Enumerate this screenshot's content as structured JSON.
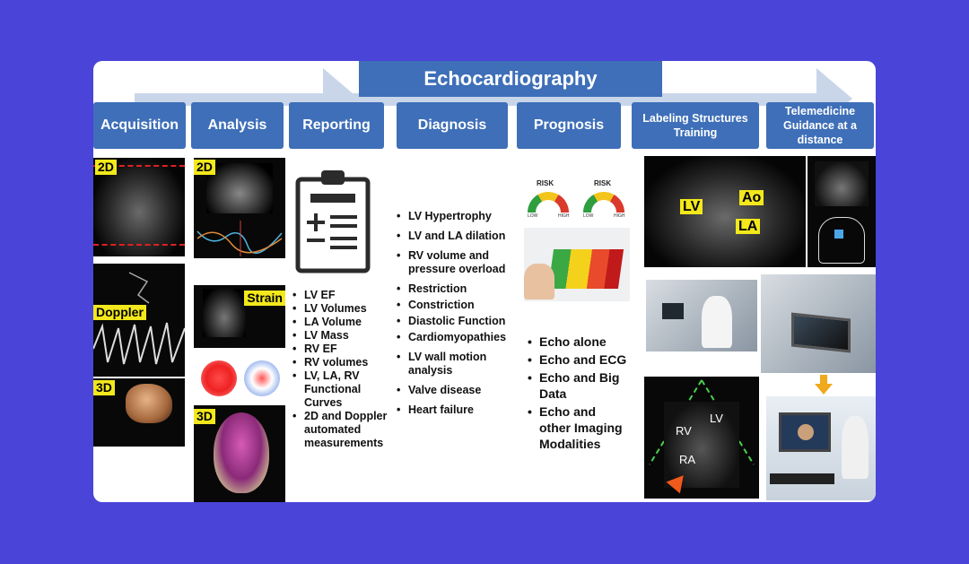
{
  "title": "Echocardiography",
  "stages": [
    {
      "label": "Acquisition"
    },
    {
      "label": "Analysis"
    },
    {
      "label": "Reporting"
    },
    {
      "label": "Diagnosis"
    },
    {
      "label": "Prognosis"
    },
    {
      "label": "Labeling Structures Training"
    },
    {
      "label": "Telemedicine Guidance at a distance"
    }
  ],
  "acquisition_tags": {
    "mode_2d": "2D",
    "doppler": "Doppler",
    "mode_3d": "3D"
  },
  "analysis_tags": {
    "mode_2d": "2D",
    "strain": "Strain",
    "mode_3d": "3D"
  },
  "reporting_items": [
    "LV EF",
    "LV Volumes",
    "LA Volume",
    "LV Mass",
    "RV EF",
    "RV volumes",
    "LV, LA, RV Functional Curves",
    "2D and Doppler automated measurements"
  ],
  "diagnosis_items": [
    "LV Hypertrophy",
    "LV and LA dilation",
    "RV volume and pressure overload",
    "Restriction",
    "Constriction",
    "Diastolic Function",
    "Cardiomyopathies",
    "LV wall motion analysis",
    "Valve disease",
    "Heart failure"
  ],
  "prognosis_gauges": {
    "label": "RISK",
    "low": "LOW",
    "high": "HIGH"
  },
  "prognosis_items": [
    "Echo alone",
    "Echo and ECG",
    "Echo and Big Data",
    "Echo and other Imaging Modalities"
  ],
  "labeling_tags": {
    "lv": "LV",
    "ao": "Ao",
    "la": "LA"
  },
  "four_chamber_tags": {
    "rv": "RV",
    "lv": "LV",
    "ra": "RA"
  },
  "colors": {
    "background": "#4a44d8",
    "stage_fill": "#3e6fb8",
    "arrow": "#c9d6ea",
    "highlight": "#f2e81c",
    "accent_arrow": "#f0a81c"
  }
}
